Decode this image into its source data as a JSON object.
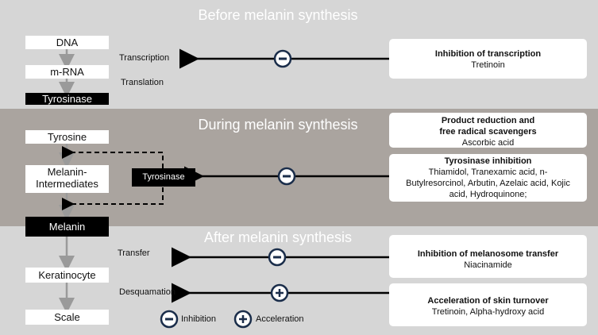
{
  "sections": {
    "before": "Before melanin synthesis",
    "during": "During melanin synthesis",
    "after": "After melanin synthesis"
  },
  "nodes": {
    "dna": "DNA",
    "mrna": "m-RNA",
    "tyrosinase": "Tyrosinase",
    "tyrosine": "Tyrosine",
    "intermediates_1": "Melanin-",
    "intermediates_2": "Intermediates",
    "melanin": "Melanin",
    "keratinocyte": "Keratinocyte",
    "scale": "Scale"
  },
  "labels": {
    "transcription": "Transcription",
    "translation": "Translation",
    "enzyme": "Tyrosinase",
    "transfer": "Transfer",
    "desquamation": "Desquamation"
  },
  "boxes": {
    "transcription": {
      "title": "Inhibition of transcription",
      "body": "Tretinoin"
    },
    "scavengers": {
      "title_1": "Product reduction and",
      "title_2": "free radical scavengers",
      "body": "Ascorbic acid"
    },
    "tyrosinase": {
      "title": "Tyrosinase inhibition",
      "body_1": "Thiamidol, Tranexamic acid, n-",
      "body_2": "Butylresorcinol, Arbutin, Azelaic acid, Kojic",
      "body_3": "acid, Hydroquinone;"
    },
    "melanosome": {
      "title": "Inhibition of melanosome transfer",
      "body": "Niacinamide"
    },
    "turnover": {
      "title": "Acceleration of skin turnover",
      "body": "Tretinoin, Alpha-hydroxy acid"
    }
  },
  "legend": {
    "inhibition": "Inhibition",
    "acceleration": "Acceleration"
  },
  "colors": {
    "band_before": "#d6d6d6",
    "band_during": "#aaa49f",
    "band_after": "#d6d6d6",
    "gray_arrow": "#9a9a9a",
    "arrow": "#000000"
  }
}
